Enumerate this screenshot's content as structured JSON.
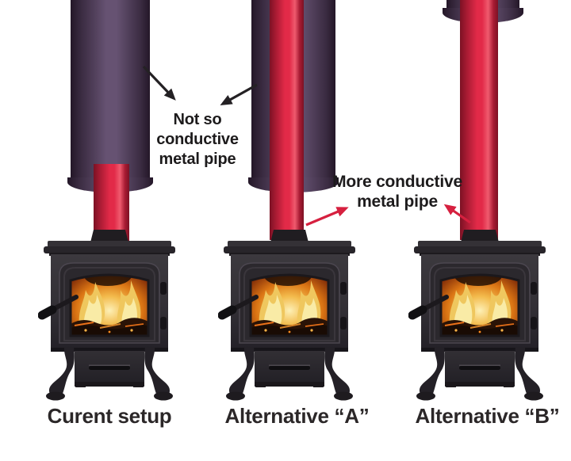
{
  "figure": {
    "description": "Comparison diagram of wood stove flue pipe configurations",
    "annotations": {
      "not_so_conductive": {
        "lines": [
          "Not so",
          "conductive",
          "metal pipe"
        ]
      },
      "more_conductive": {
        "lines": [
          "More conductive",
          "metal pipe"
        ]
      }
    },
    "setups": [
      {
        "id": "current",
        "label": "Curent setup"
      },
      {
        "id": "alternative-a",
        "label": "Alternative “A”"
      },
      {
        "id": "alternative-b",
        "label": "Alternative “B”"
      }
    ],
    "colors": {
      "background": "#ffffff",
      "conductive_pipe_red": "#e22a48",
      "not_so_conductive_pipe_purple": "#665272",
      "black_arrow": "#242124",
      "red_arrow": "#d6203f",
      "annotation_text": "#1d1b1c",
      "caption_text": "#2b2728",
      "stove_body": "#2b282d",
      "fire_glow": "#db7514"
    }
  }
}
